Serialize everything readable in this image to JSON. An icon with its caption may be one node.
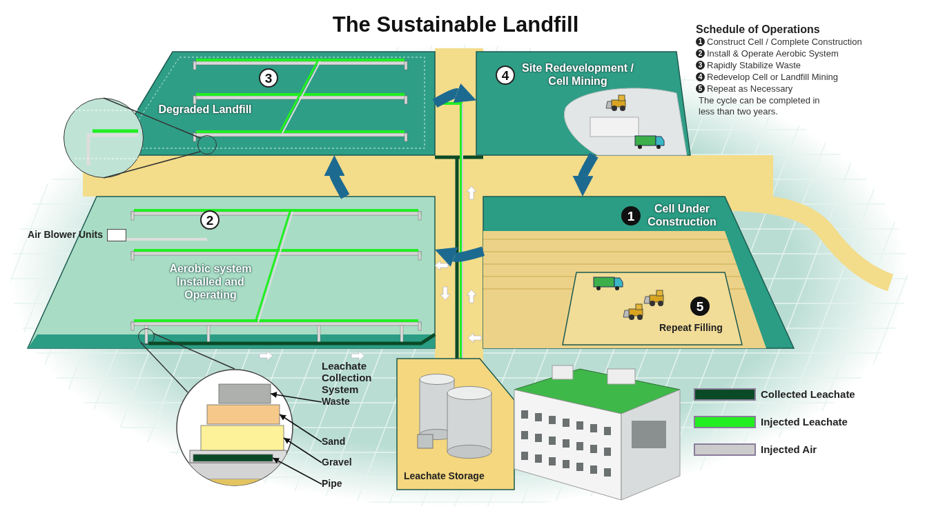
{
  "diagram": {
    "title": "The Sustainable Landfill",
    "nodes": [
      {
        "text": [
          "3",
          "Degraded Landfill"
        ]
      },
      {
        "text": [
          "4",
          "Site Redevelopment / Cell Mining"
        ]
      },
      {
        "text": [],
        "shape": "box",
        "beside": [
          "Air Blower Units"
        ],
        "in": 3
      },
      {
        "text": [
          "2",
          "Aerobic system Installed and Operating"
        ]
      },
      {
        "text": [
          "1",
          "Cell Under Construction"
        ]
      },
      {
        "text": [
          "5",
          "Repeat Filling"
        ],
        "in": 4
      },
      {
        "text": [],
        "shape": "circle"
      },
      {
        "text": [],
        "shape": "bar",
        "in": 6
      },
      {
        "text": [],
        "shape": "bar",
        "in": 6
      },
      {
        "text": [],
        "shape": "bar",
        "in": 6
      },
      {
        "text": [],
        "shape": "bar",
        "in": 6
      },
      {
        "text": [
          "Waste"
        ]
      },
      {
        "text": [
          "Sand"
        ]
      },
      {
        "text": [
          "Gravel"
        ]
      },
      {
        "text": [
          "Pipe"
        ]
      },
      {
        "text": [
          "Leachate Storage"
        ]
      },
      {
        "text": [],
        "shape": "circle",
        "in": 3
      },
      {
        "text": [],
        "shape": "circle",
        "in": 0
      },
      {
        "text": [],
        "shape": "circle"
      }
    ],
    "edges": [
      {
        "from": 3,
        "to": 0,
        "arrow": "to",
        "style": "thick",
        "color": "#1d6a91"
      },
      {
        "from": 0,
        "to": 1,
        "arrow": "to",
        "style": "thick",
        "color": "#1d6a91"
      },
      {
        "from": 1,
        "to": 4,
        "arrow": "to",
        "style": "thick",
        "color": "#1d6a91"
      },
      {
        "from": 4,
        "to": 3,
        "arrow": "to",
        "style": "thick",
        "color": "#1d6a91"
      },
      {
        "from": 11,
        "to": 7,
        "arrow": "to",
        "color": "#111111"
      },
      {
        "from": 12,
        "to": 8,
        "arrow": "to",
        "color": "#111111"
      },
      {
        "from": 13,
        "to": 9,
        "arrow": "to",
        "color": "#111111"
      },
      {
        "from": 14,
        "to": 10,
        "arrow": "to",
        "color": "#111111"
      },
      {
        "from": 16,
        "to": 6,
        "arrow": "none",
        "color": "#333333"
      },
      {
        "from": 16,
        "to": 6,
        "arrow": "none",
        "color": "#333333"
      },
      {
        "from": 17,
        "to": 18,
        "arrow": "none",
        "color": "#333333"
      },
      {
        "from": 17,
        "to": 18,
        "arrow": "none",
        "color": "#333333"
      }
    ],
    "labels": [
      "Schedule of Operations",
      "1",
      "Construct Cell / Complete Construction",
      "2",
      "Install & Operate Aerobic System",
      "3",
      "Rapidly Stabilize Waste",
      "4",
      "Redevelop Cell or Landfill Mining",
      "5",
      "Repeat as Necessary",
      "The cycle can be completed in less than two years.",
      "Leachate Collection System"
    ],
    "legend": [
      {
        "text": "Collected Leachate",
        "color": "#0b4a26"
      },
      {
        "text": "Injected Leachate",
        "color": "#22ee22"
      },
      {
        "text": "Injected Air",
        "color": "#cccccc"
      }
    ]
  }
}
